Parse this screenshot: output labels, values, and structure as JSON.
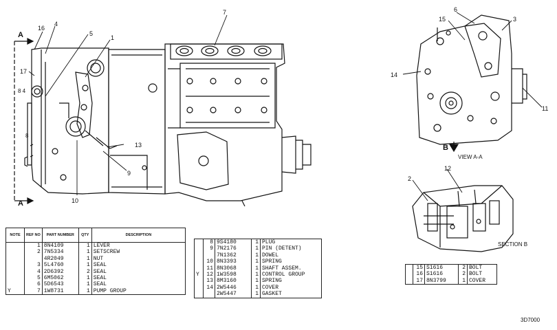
{
  "callouts": {
    "main": [
      "16",
      "4",
      "5",
      "1",
      "7",
      "17",
      "13",
      "9",
      "10"
    ],
    "section_arrow": "A",
    "view_labels": [
      "6",
      "15",
      "3",
      "14",
      "11",
      "12",
      "2"
    ],
    "view_arrow": "B",
    "view_a_title": "VIEW A-A",
    "section_b_title": "SECTION B",
    "side_note": "8 4",
    "side_note_b": "8"
  },
  "table1": {
    "headers": [
      "NOTE",
      "REF NO",
      "PART NUMBER",
      "QTY",
      "DESCRIPTION"
    ],
    "rows": [
      {
        "note": "",
        "ref": "1",
        "part": "8N4109",
        "qty": "1",
        "desc": "LEVER"
      },
      {
        "note": "",
        "ref": "2",
        "part": "7N5334",
        "qty": "1",
        "desc": "SETSCREW"
      },
      {
        "note": "",
        "ref": "",
        "part": "4R2049",
        "qty": "1",
        "desc": "NUT"
      },
      {
        "note": "",
        "ref": "3",
        "part": "5L4760",
        "qty": "1",
        "desc": "SEAL"
      },
      {
        "note": "",
        "ref": "4",
        "part": "2D6392",
        "qty": "2",
        "desc": "SEAL"
      },
      {
        "note": "",
        "ref": "5",
        "part": "6M5062",
        "qty": "1",
        "desc": "SEAL"
      },
      {
        "note": "",
        "ref": "6",
        "part": "5D6543",
        "qty": "1",
        "desc": "SEAL"
      },
      {
        "note": "Y",
        "ref": "7",
        "part": "1W8731",
        "qty": "1",
        "desc": "PUMP GROUP"
      }
    ]
  },
  "table2": {
    "rows": [
      {
        "note": "",
        "ref": "8",
        "part": "9S4180",
        "qty": "1",
        "desc": "PLUG"
      },
      {
        "note": "",
        "ref": "9",
        "part": "7N2176",
        "qty": "1",
        "desc": "PIN (DETENT)"
      },
      {
        "note": "",
        "ref": "",
        "part": "7N1362",
        "qty": "1",
        "desc": "DOWEL"
      },
      {
        "note": "",
        "ref": "10",
        "part": "8N3393",
        "qty": "1",
        "desc": "SPRING"
      },
      {
        "note": "",
        "ref": "11",
        "part": "8N3068",
        "qty": "1",
        "desc": "SHAFT ASSEM."
      },
      {
        "note": "Y",
        "ref": "12",
        "part": "1W3598",
        "qty": "1",
        "desc": "CONTROL GROUP"
      },
      {
        "note": "",
        "ref": "13",
        "part": "8M3160",
        "qty": "1",
        "desc": "SPRING"
      },
      {
        "note": "",
        "ref": "14",
        "part": "2W5446",
        "qty": "1",
        "desc": "COVER"
      },
      {
        "note": "",
        "ref": "",
        "part": "2W5447",
        "qty": "1",
        "desc": "GASKET"
      }
    ]
  },
  "table3": {
    "rows": [
      {
        "note": "",
        "ref": "15",
        "part": "S1616",
        "qty": "2",
        "desc": "BOLT"
      },
      {
        "note": "",
        "ref": "16",
        "part": "S1616",
        "qty": "2",
        "desc": "BOLT"
      },
      {
        "note": "",
        "ref": "17",
        "part": "8N3799",
        "qty": "1",
        "desc": "COVER"
      }
    ]
  },
  "drawing_code": "3D7000"
}
